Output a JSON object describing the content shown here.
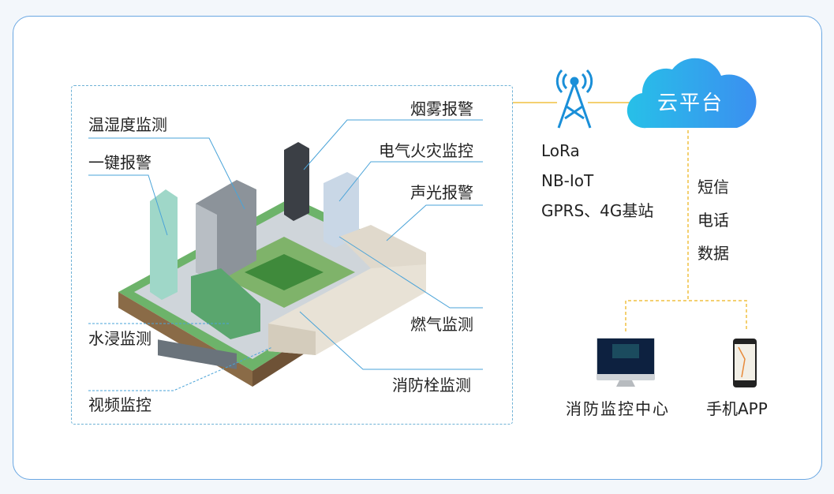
{
  "sensors": {
    "temp_humidity": "温湿度监测",
    "panic_alarm": "一键报警",
    "smoke_alarm": "烟雾报警",
    "electrical_fire": "电气火灾监控",
    "sound_light_alarm": "声光报警",
    "gas_monitor": "燃气监测",
    "water_leak": "水浸监测",
    "hydrant_monitor": "消防栓监测",
    "video_monitor": "视频监控"
  },
  "network": {
    "items": [
      "LoRa",
      "NB-IoT",
      "GPRS、4G基站"
    ]
  },
  "cloud": {
    "label": "云平台"
  },
  "channels": {
    "items": [
      "短信",
      "电话",
      "数据"
    ]
  },
  "endpoints": {
    "control_center": "消防监控中心",
    "mobile_app": "手机APP"
  },
  "colors": {
    "frame": "#6aa7e2",
    "dash": "#6fb2d6",
    "connector": "#f0c040",
    "cloud_start": "#27c0e8",
    "cloud_end": "#3b8ff0",
    "tower": "#1a8fd8"
  }
}
